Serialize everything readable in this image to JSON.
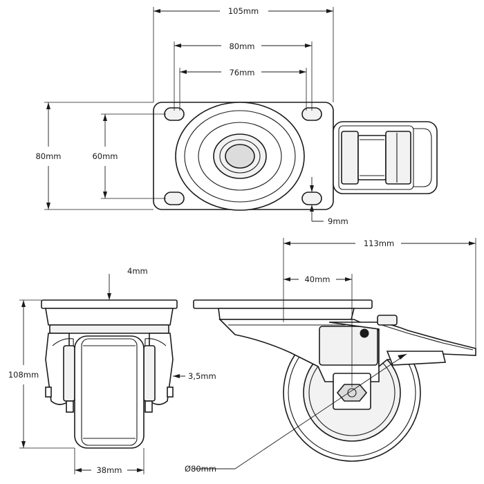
{
  "dimensions": {
    "plate_width": "105mm",
    "hole_spacing_outer": "80mm",
    "hole_spacing_inner": "76mm",
    "plate_depth": "80mm",
    "hole_spacing_depth": "60mm",
    "hole_size": "9mm",
    "plate_thickness": "4mm",
    "total_height": "108mm",
    "wheel_width": "38mm",
    "side_clearance": "3,5mm",
    "swivel_offset": "40mm",
    "overall_length": "113mm",
    "wheel_diameter": "Ø80mm"
  }
}
